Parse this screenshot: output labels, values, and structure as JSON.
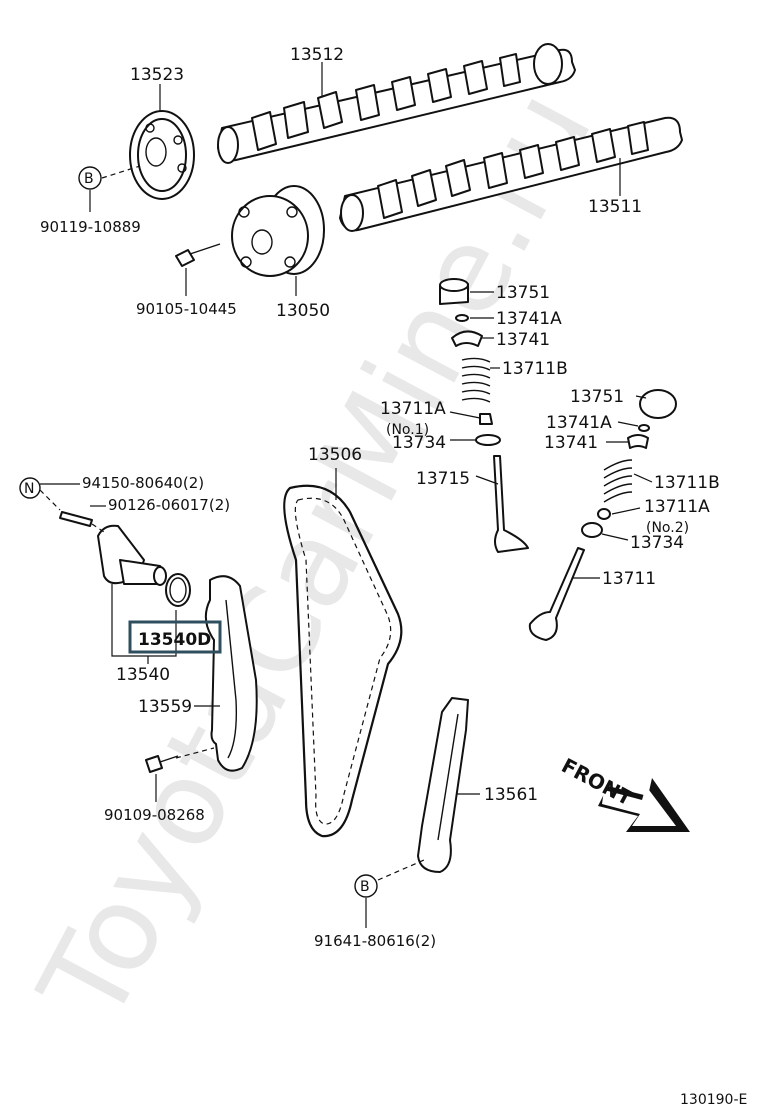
{
  "watermark": "ToyotaCarMine.ru",
  "diagram_code": "130190-E",
  "labels": {
    "p13523": "13523",
    "p13512": "13512",
    "p13511": "13511",
    "p90119": "90119-10889",
    "p90105": "90105-10445",
    "p13050": "13050",
    "p13751a": "13751",
    "p13741Aa": "13741A",
    "p13741a": "13741",
    "p13711Ba": "13711B",
    "p13711Aa": "13711A",
    "no1": "(No.1)",
    "p13734a": "13734",
    "p13715": "13715",
    "p13751b": "13751",
    "p13741Ab": "13741A",
    "p13741b": "13741",
    "p13711Bb": "13711B",
    "p13711Ab": "13711A",
    "no2": "(No.2)",
    "p13734b": "13734",
    "p13711": "13711",
    "p13506": "13506",
    "p94150": "94150-80640(2)",
    "p90126": "90126-06017(2)",
    "p13540D": "13540D",
    "p13540": "13540",
    "p13559": "13559",
    "p90109": "90109-08268",
    "p13561": "13561",
    "p91641": "91641-80616(2)",
    "front": "FRONT",
    "markB1": "B",
    "markB2": "B",
    "markN": "N"
  },
  "highlight_color": "#2f4f5f"
}
